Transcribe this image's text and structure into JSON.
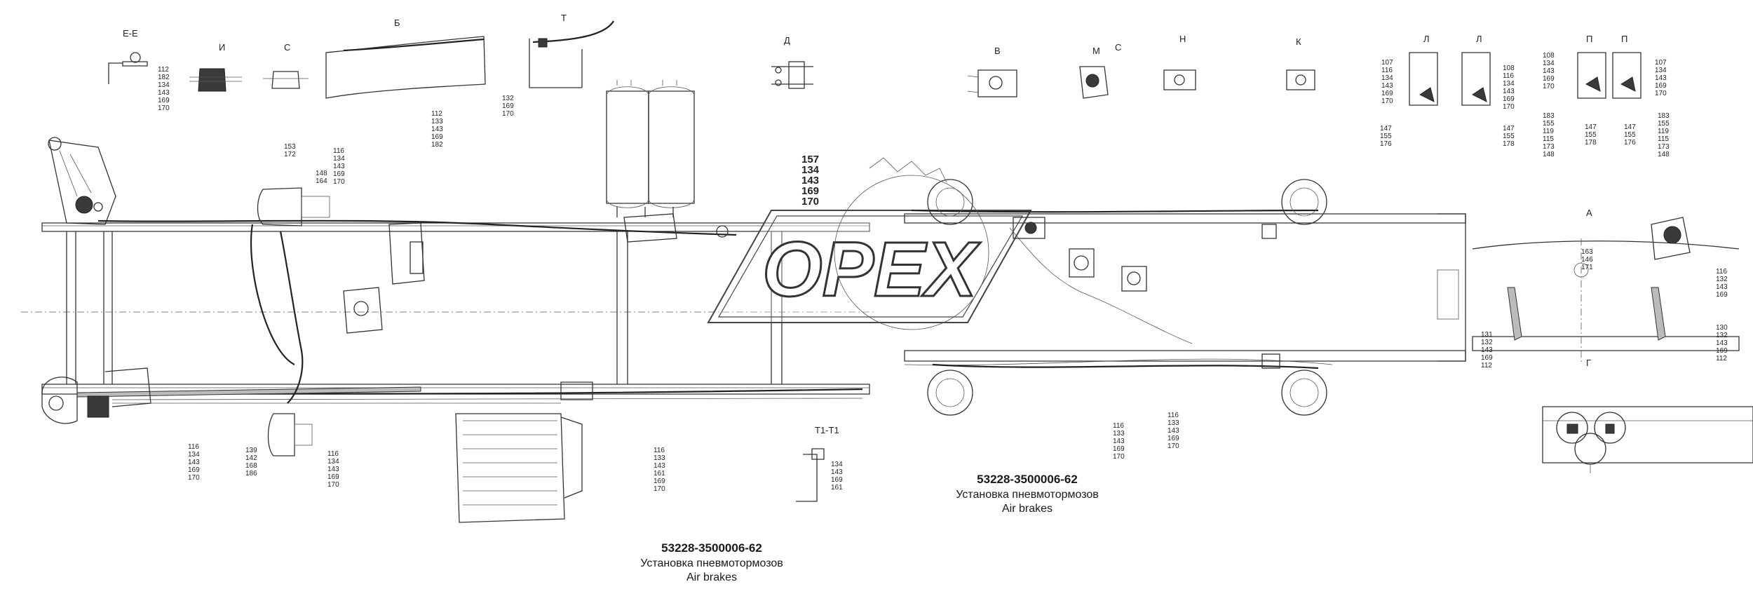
{
  "captions": [
    {
      "code": "53228-3500006-62",
      "ru": "Установка пневмотормозов",
      "en": "Air brakes"
    },
    {
      "code": "53228-3500006-62",
      "ru": "Установка пневмотормозов",
      "en": "Air brakes"
    }
  ],
  "watermark": "OPEX",
  "sections": {
    "ee": "Е-Е",
    "i": "И",
    "s": "С",
    "b": "Б",
    "t": "Т",
    "d": "Д",
    "v": "В",
    "m": "М",
    "s2": "С",
    "n": "Н",
    "k": "К",
    "l1": "Л",
    "l2": "Л",
    "p1": "П",
    "p2": "П",
    "a": "А",
    "g": "Г",
    "t1t1": "Т1-Т1"
  },
  "callout_groups": {
    "ee": [
      "112",
      "182",
      "134",
      "143",
      "169",
      "170"
    ],
    "b": [
      "112",
      "133",
      "143",
      "169",
      "182"
    ],
    "t": [
      "132",
      "169",
      "170"
    ],
    "top_center": [
      "157",
      "134",
      "143",
      "169",
      "170"
    ],
    "left_153": [
      "153",
      "172"
    ],
    "left_116": [
      "116",
      "134",
      "143",
      "169",
      "170"
    ],
    "left_148": [
      "148",
      "164"
    ],
    "bottom_116a": [
      "116",
      "134",
      "143",
      "169",
      "170"
    ],
    "bottom_139": [
      "139",
      "142",
      "168",
      "186"
    ],
    "bottom_116b": [
      "116",
      "134",
      "143",
      "169",
      "170"
    ],
    "bottom_116c": [
      "116",
      "133",
      "143",
      "161",
      "169",
      "170"
    ],
    "t1t1": [
      "134",
      "143",
      "169",
      "161"
    ],
    "right_116a": [
      "116",
      "133",
      "143",
      "169",
      "170"
    ],
    "right_116b": [
      "116",
      "133",
      "143",
      "169",
      "170"
    ],
    "l1": [
      "107",
      "116",
      "134",
      "143",
      "169",
      "170"
    ],
    "l1b": [
      "147",
      "155",
      "176"
    ],
    "l2": [
      "108",
      "116",
      "134",
      "143",
      "169",
      "170"
    ],
    "l2b": [
      "147",
      "155",
      "178"
    ],
    "p1": [
      "108",
      "134",
      "143",
      "169",
      "170"
    ],
    "p1b": [
      "183",
      "155",
      "119",
      "115",
      "173",
      "148"
    ],
    "p1c": [
      "147",
      "155",
      "178"
    ],
    "p2": [
      "107",
      "134",
      "143",
      "169",
      "170"
    ],
    "p2b": [
      "147",
      "155",
      "176"
    ],
    "p2c": [
      "183",
      "155",
      "119",
      "115",
      "173",
      "148"
    ],
    "a_right": [
      "116",
      "132",
      "143",
      "169"
    ],
    "a_right2": [
      "130",
      "132",
      "143",
      "169",
      "112"
    ],
    "a_left": [
      "131",
      "132",
      "143",
      "169",
      "112"
    ],
    "a_top": [
      "163",
      "146",
      "171"
    ]
  }
}
